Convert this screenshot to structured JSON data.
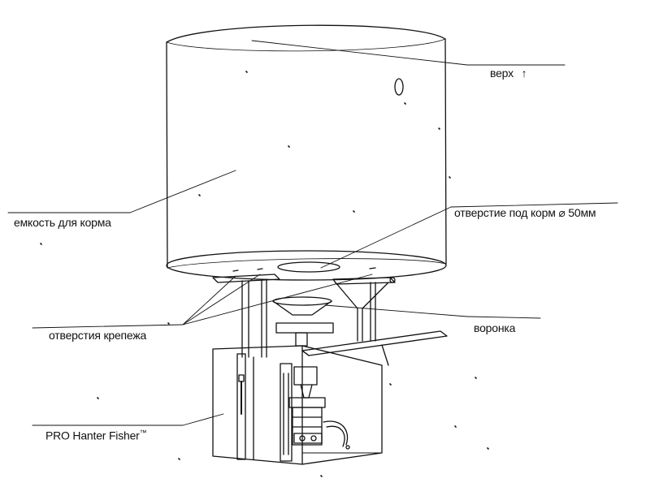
{
  "labels": {
    "top": "верх",
    "top_arrow": "↑",
    "container": "емкость для корма",
    "feed_hole": "отверстие под корм",
    "feed_hole_diameter": "⌀ 50мм",
    "mount_holes": "отверстия крепежа",
    "funnel": "воронка",
    "device": "PRO Hanter Fisher",
    "device_tm": "™"
  },
  "colors": {
    "ink": "#111111",
    "background": "#ffffff"
  }
}
